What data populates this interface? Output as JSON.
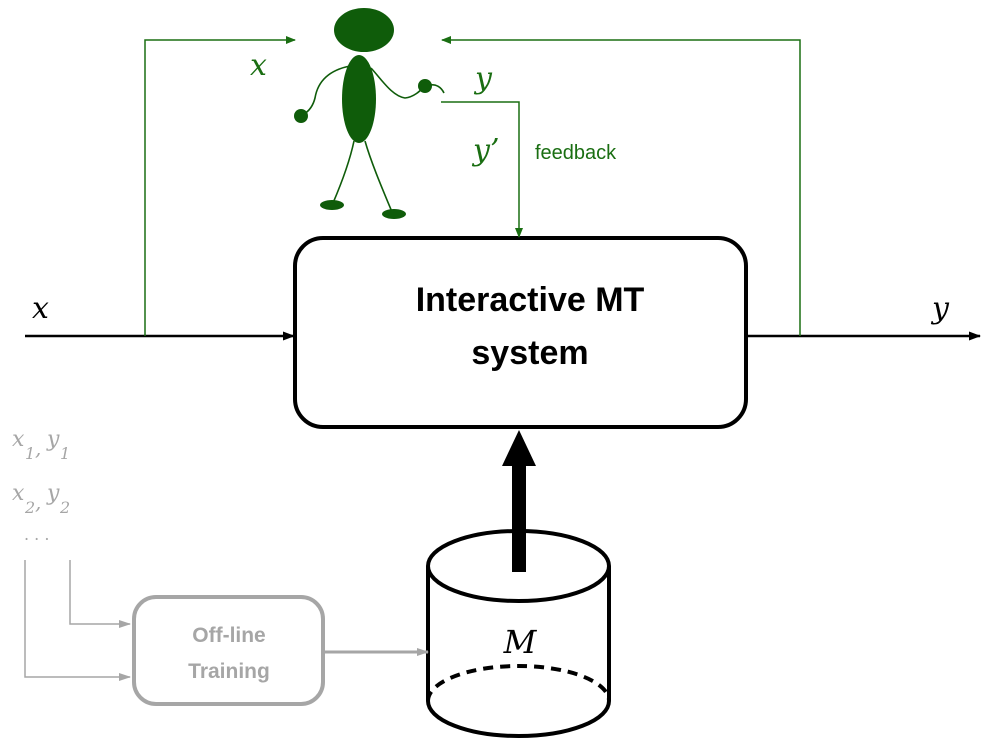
{
  "colors": {
    "feedback_green": "#1a6e12",
    "figure_green": "#0f5c0a",
    "black": "#000000",
    "training_gray": "#a6a6a6"
  },
  "labels": {
    "main_box_line1": "Interactive MT",
    "main_box_line2": "system",
    "input_x": "x",
    "output_y": "y",
    "user_x": "x",
    "user_y": "y",
    "user_y_prime": "y’",
    "feedback": "feedback",
    "model": "M",
    "training_line1": "Off-line",
    "training_line2": "Training",
    "pair1_x": "x",
    "pair1_x_sub": "1",
    "pair1_y": "y",
    "pair1_y_sub": "1",
    "pair2_x": "x",
    "pair2_x_sub": "2",
    "pair2_y": "y",
    "pair2_y_sub": "2",
    "pair_sep": ",",
    "ellipsis": ". . ."
  },
  "icons": [
    "user-figure-icon",
    "database-cylinder-icon"
  ]
}
